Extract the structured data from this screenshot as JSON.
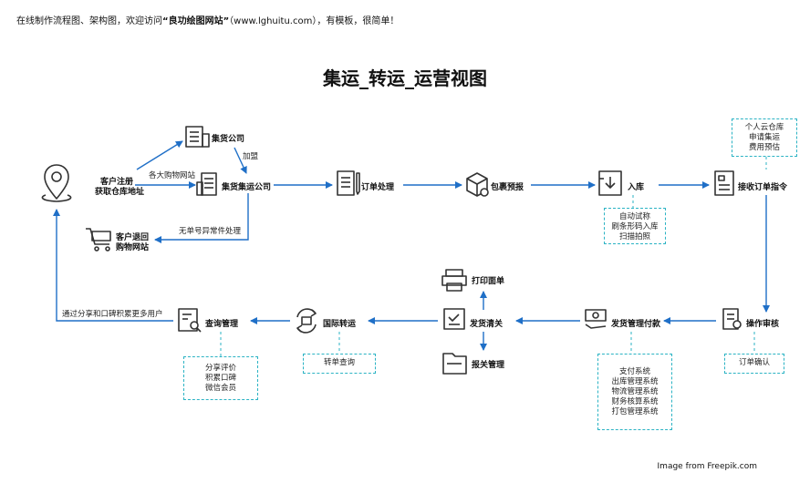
{
  "header": {
    "prefix": "在线制作流程图、架构图，欢迎访问",
    "site_name": "“良功绘图网站”",
    "suffix": "（www.lghuitu.com），有模板，很简单！"
  },
  "title": "集运_转运_运营视图",
  "credit": "Image from Freepik.com",
  "nodes": {
    "customer_register_1": "客户注册",
    "customer_register_2": "获取仓库地址",
    "consolidation_company": "集货公司",
    "join": "加盟",
    "shopping_sites": "各大购物网站",
    "consolidation_shipping": "集货集运公司",
    "no_order_handling": "无单号异常件处理",
    "return_1": "客户退回",
    "return_2": "购物网站",
    "order_processing": "订单处理",
    "package_forecast": "包裹预报",
    "warehousing": "入库",
    "receive_order": "接收订单指令",
    "operation_review": "操作审核",
    "shipping_payment": "发货管理付款",
    "shipping_customs": "发货清关",
    "print_waybill": "打印面单",
    "customs_management": "报关管理",
    "international_transfer": "国际转运",
    "query_management": "查询管理",
    "share_note": "通过分享和口碑积累更多用户"
  },
  "notes": {
    "cloud_warehouse": [
      "个人云仓库",
      "申请集运",
      "费用预估"
    ],
    "auto_weigh": [
      "自动试称",
      "刷条形码入库",
      "扫描拍照"
    ],
    "order_confirm": [
      "订单确认"
    ],
    "systems": [
      "支付系统",
      "出库管理系统",
      "物流管理系统",
      "财务核算系统",
      "打包管理系统"
    ],
    "transfer_query": [
      "转单查询"
    ],
    "member": [
      "分享评价",
      "积累口碑",
      "微信会员"
    ]
  },
  "colors": {
    "arrow": "#1f6fc7",
    "dash": "#2bb3c4",
    "icon": "#333333"
  }
}
